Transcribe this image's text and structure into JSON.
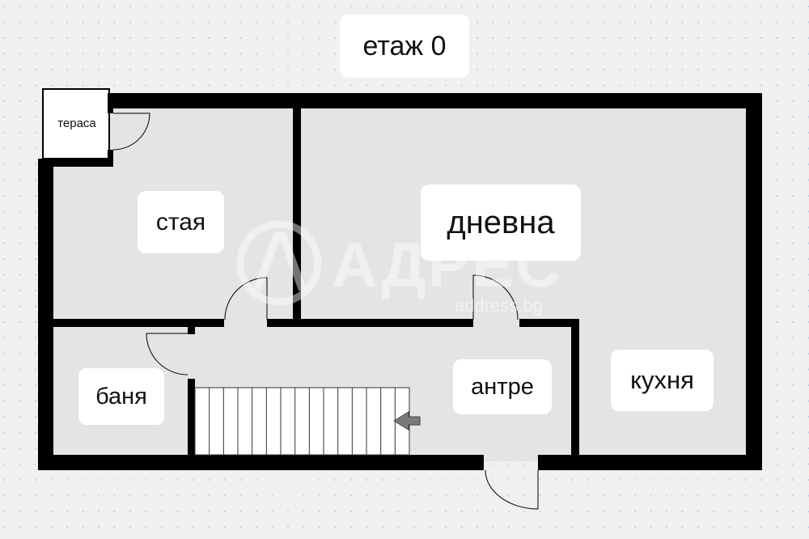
{
  "title": "етаж 0",
  "rooms": {
    "terrace": "тераса",
    "room": "стая",
    "living": "дневна",
    "bathroom": "баня",
    "hall": "антре",
    "kitchen": "кухня"
  },
  "watermark": {
    "brand": "АДРЕС",
    "domain": "address.bg"
  },
  "stairs": {
    "steps": 15,
    "direction": "left"
  },
  "colors": {
    "background": "#f0f0f0",
    "floor": "#e4e4e4",
    "wall": "#000000",
    "label_bg": "#ffffff",
    "grid_dot": "#b8c8dc"
  }
}
